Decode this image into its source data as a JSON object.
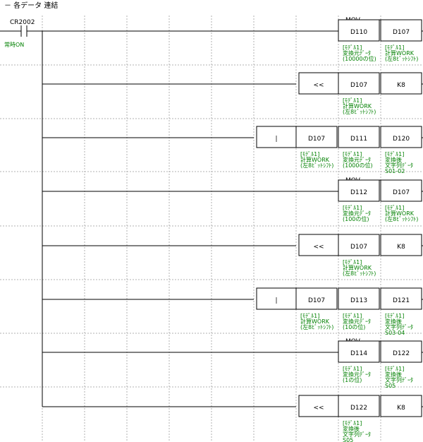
{
  "header": {
    "title": "－ 各データ 連結"
  },
  "contact": {
    "device": "CR2002",
    "comment": "常時ON"
  },
  "colors": {
    "line": "#000000",
    "comment": "#008000",
    "grid": "#b0b0b0",
    "background": "#ffffff"
  },
  "rungs": [
    {
      "instruction": "MOV",
      "kind": "mov",
      "operands": [
        {
          "device": "D110",
          "comments": [
            "[ﾓﾃﾞﾙ1]",
            "変換元ﾃﾞｰﾀ",
            "(10000の位)"
          ]
        },
        {
          "device": "D107",
          "comments": [
            "[ﾓﾃﾞﾙ1]",
            "計算WORK",
            "(左8ﾋﾞｯﾄｼﾌﾄ)"
          ]
        }
      ]
    },
    {
      "instruction": "<<",
      "kind": "shift",
      "operands": [
        {
          "device": "D107",
          "comments": [
            "[ﾓﾃﾞﾙ1]",
            "計算WORK",
            "(左8ﾋﾞｯﾄｼﾌﾄ)"
          ]
        },
        {
          "device": "K8",
          "comments": []
        }
      ]
    },
    {
      "instruction": "|",
      "kind": "or",
      "operands": [
        {
          "device": "D107",
          "comments": [
            "[ﾓﾃﾞﾙ1]",
            "計算WORK",
            "(左8ﾋﾞｯﾄｼﾌﾄ)"
          ]
        },
        {
          "device": "D111",
          "comments": [
            "[ﾓﾃﾞﾙ1]",
            "変換元ﾃﾞｰﾀ",
            "(1000の位)"
          ]
        },
        {
          "device": "D120",
          "comments": [
            "[ﾓﾃﾞﾙ1]",
            "変換後",
            "文字列ﾃﾞｰﾀ",
            "S01-02"
          ]
        }
      ]
    },
    {
      "instruction": "MOV",
      "kind": "mov",
      "operands": [
        {
          "device": "D112",
          "comments": [
            "[ﾓﾃﾞﾙ1]",
            "変換元ﾃﾞｰﾀ",
            "(100の位)"
          ]
        },
        {
          "device": "D107",
          "comments": [
            "[ﾓﾃﾞﾙ1]",
            "計算WORK",
            "(左8ﾋﾞｯﾄｼﾌﾄ)"
          ]
        }
      ]
    },
    {
      "instruction": "<<",
      "kind": "shift",
      "operands": [
        {
          "device": "D107",
          "comments": [
            "[ﾓﾃﾞﾙ1]",
            "計算WORK",
            "(左8ﾋﾞｯﾄｼﾌﾄ)"
          ]
        },
        {
          "device": "K8",
          "comments": []
        }
      ]
    },
    {
      "instruction": "|",
      "kind": "or",
      "operands": [
        {
          "device": "D107",
          "comments": [
            "[ﾓﾃﾞﾙ1]",
            "計算WORK",
            "(左8ﾋﾞｯﾄｼﾌﾄ)"
          ]
        },
        {
          "device": "D113",
          "comments": [
            "[ﾓﾃﾞﾙ1]",
            "変換元ﾃﾞｰﾀ",
            "(10の位)"
          ]
        },
        {
          "device": "D121",
          "comments": [
            "[ﾓﾃﾞﾙ1]",
            "変換後",
            "文字列ﾃﾞｰﾀ",
            "S03-04"
          ]
        }
      ]
    },
    {
      "instruction": "MOV",
      "kind": "mov",
      "operands": [
        {
          "device": "D114",
          "comments": [
            "[ﾓﾃﾞﾙ1]",
            "変換元ﾃﾞｰﾀ",
            "(1の位)"
          ]
        },
        {
          "device": "D122",
          "comments": [
            "[ﾓﾃﾞﾙ1]",
            "変換後",
            "文字列ﾃﾞｰﾀ",
            "S05"
          ]
        }
      ]
    },
    {
      "instruction": "<<",
      "kind": "shift",
      "operands": [
        {
          "device": "D122",
          "comments": [
            "[ﾓﾃﾞﾙ1]",
            "変換後",
            "文字列ﾃﾞｰﾀ",
            "S05"
          ]
        },
        {
          "device": "K8",
          "comments": []
        }
      ]
    }
  ]
}
